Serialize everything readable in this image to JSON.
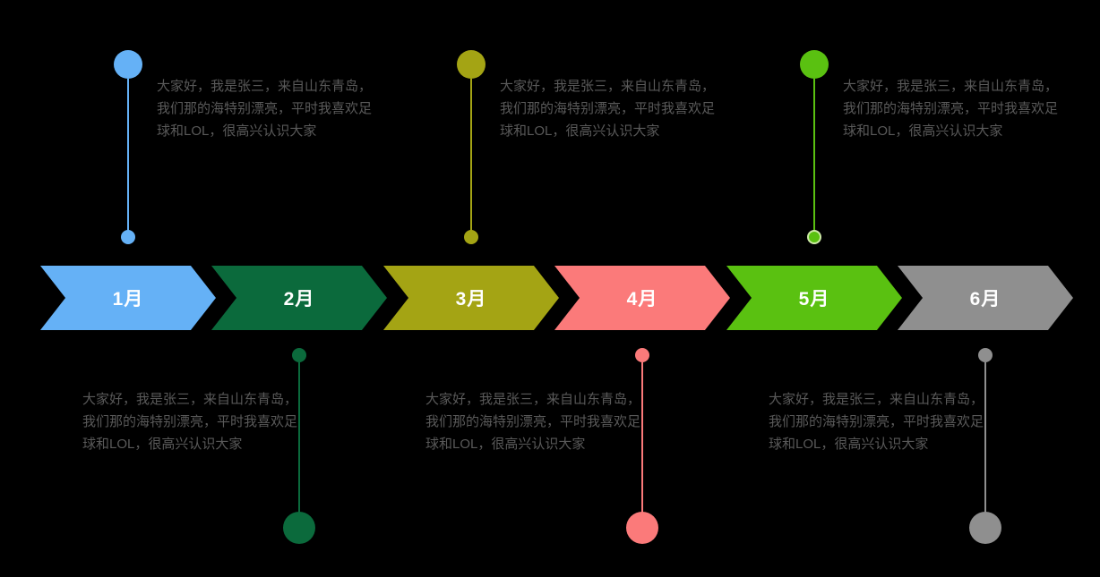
{
  "canvas": {
    "background": "#000000"
  },
  "callout_text_color": "#595959",
  "months": [
    {
      "label": "1月",
      "color": "#65B1F6",
      "side": "above",
      "text": "大家好，我是张三，来自山东青岛，我们那的海特别漂亮，平时我喜欢足球和LOL，很高兴认识大家"
    },
    {
      "label": "2月",
      "color": "#0B6A3C",
      "side": "below",
      "text": "大家好，我是张三，来自山东青岛，我们那的海特别漂亮，平时我喜欢足球和LOL，很高兴认识大家"
    },
    {
      "label": "3月",
      "color": "#A4A414",
      "side": "above",
      "text": "大家好，我是张三，来自山东青岛，我们那的海特别漂亮，平时我喜欢足球和LOL，很高兴认识大家"
    },
    {
      "label": "4月",
      "color": "#FB7A7A",
      "side": "below",
      "text": "大家好，我是张三，来自山东青岛，我们那的海特别漂亮，平时我喜欢足球和LOL，很高兴认识大家"
    },
    {
      "label": "5月",
      "color": "#5AC111",
      "side": "above",
      "ring_color": "#CDE9A6",
      "text": "大家好，我是张三，来自山东青岛，我们那的海特别漂亮，平时我喜欢足球和LOL，很高兴认识大家"
    },
    {
      "label": "6月",
      "color": "#8F8F8F",
      "side": "below",
      "text": "大家好，我是张三，来自山东青岛，我们那的海特别漂亮，平时我喜欢足球和LOL，很高兴认识大家"
    }
  ]
}
